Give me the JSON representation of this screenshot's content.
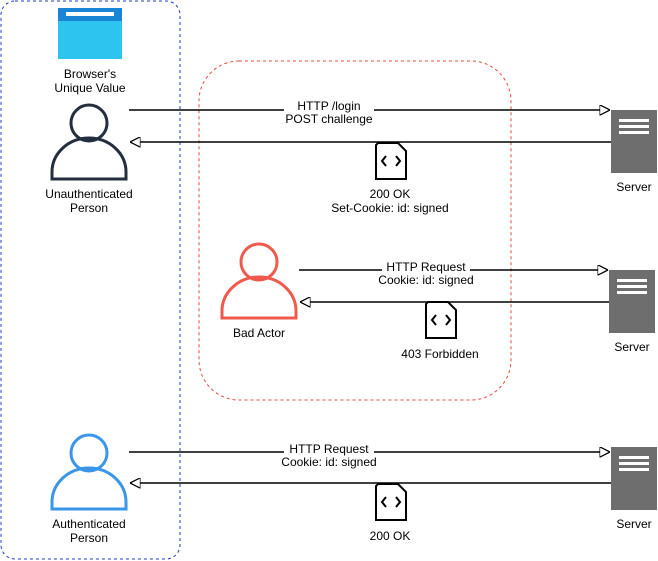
{
  "colors": {
    "browser_group_border": "#1f3dbf",
    "bad_actor_zone_border": "#e8483a",
    "unauthenticated_person": "#232f3e",
    "bad_actor": "#f05a4d",
    "authenticated_person": "#3b95e8",
    "server_fill": "#6e6e6e",
    "browser_icon": "#2ec4f0"
  },
  "browser_value": {
    "label_line1": "Browser's",
    "label_line2": "Unique Value",
    "icon": "browser-window-icon"
  },
  "actors": {
    "unauthenticated": {
      "line1": "Unauthenticated",
      "line2": "Person",
      "icon": "person-icon"
    },
    "bad_actor": {
      "line1": "Bad Actor",
      "icon": "person-icon"
    },
    "authenticated": {
      "line1": "Authenticated",
      "line2": "Person",
      "icon": "person-icon"
    }
  },
  "servers": [
    {
      "label": "Server",
      "icon": "server-icon"
    },
    {
      "label": "Server",
      "icon": "server-icon"
    },
    {
      "label": "Server",
      "icon": "server-icon"
    }
  ],
  "flows": {
    "login_request": {
      "line1": "HTTP /login",
      "line2": "POST challenge"
    },
    "login_response": {
      "line1": "200 OK",
      "line2": "Set-Cookie: id: signed",
      "icon": "code-document-icon"
    },
    "bad_request": {
      "line1": "HTTP Request",
      "line2": "Cookie: id: signed"
    },
    "bad_response": {
      "line1": "403 Forbidden",
      "icon": "code-document-icon"
    },
    "auth_request": {
      "line1": "HTTP Request",
      "line2": "Cookie: id: signed"
    },
    "auth_response": {
      "line1": "200 OK",
      "icon": "code-document-icon"
    }
  }
}
